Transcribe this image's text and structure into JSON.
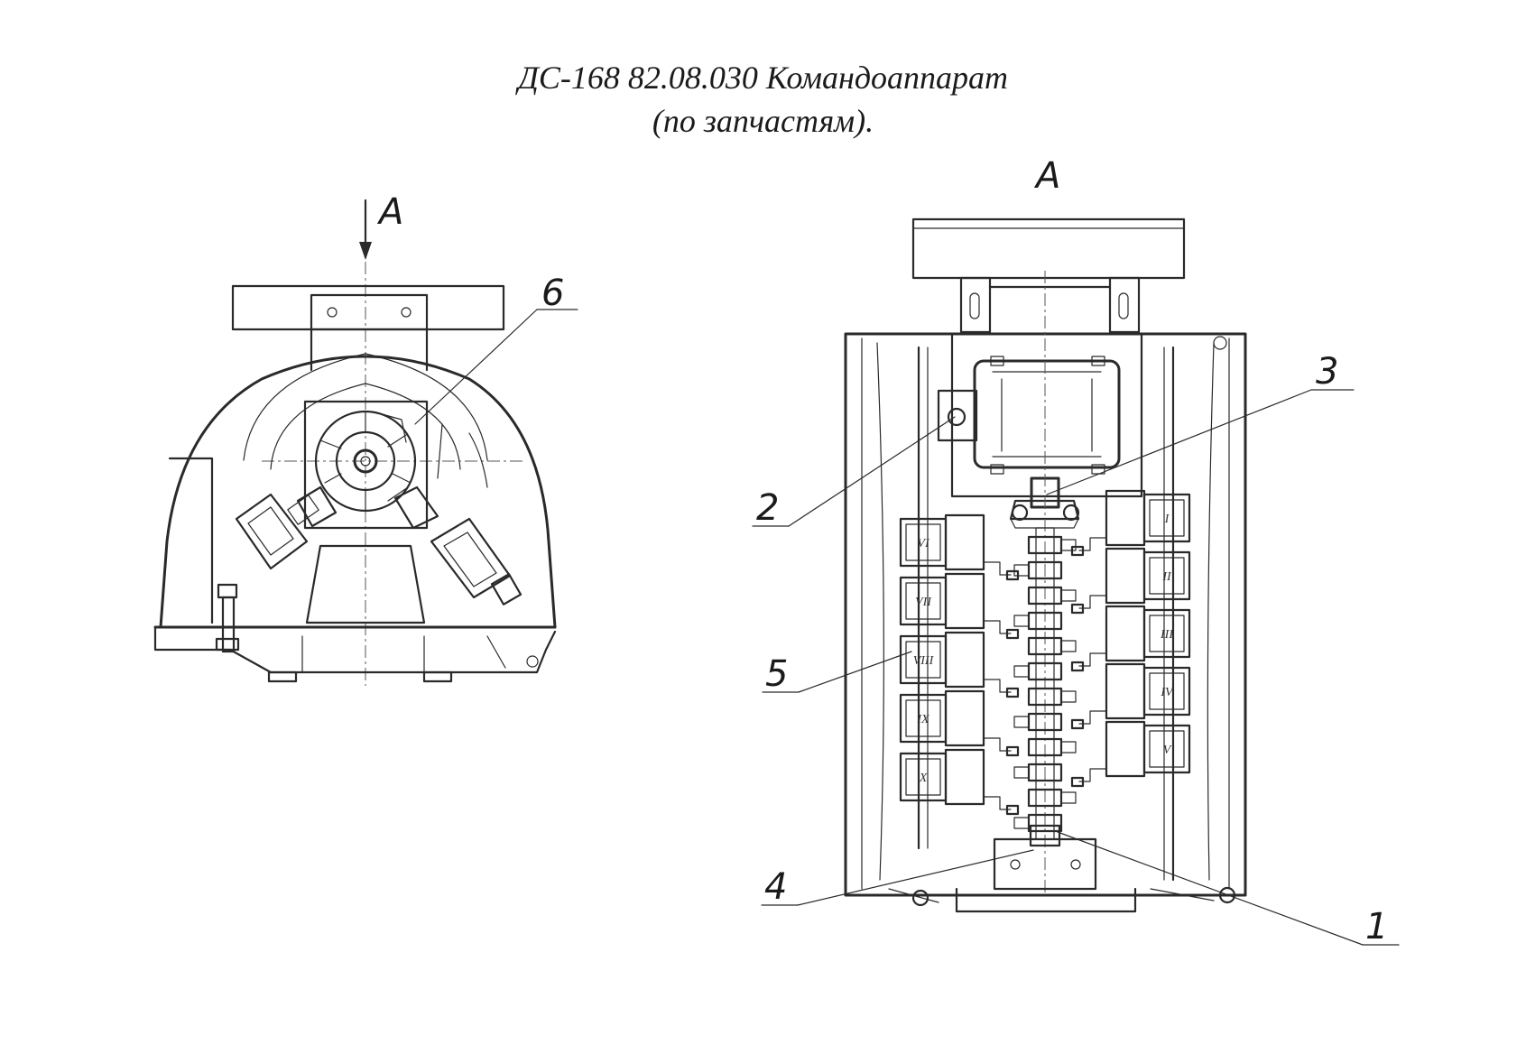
{
  "title": {
    "line1": "ДС-168 82.08.030 Командоаппарат",
    "line2": "(по запчастям)."
  },
  "view_a_arrow_label": "A",
  "view_a_title": "A",
  "callouts": [
    {
      "id": "6",
      "text": "6"
    },
    {
      "id": "3",
      "text": "3"
    },
    {
      "id": "2",
      "text": "2"
    },
    {
      "id": "5",
      "text": "5"
    },
    {
      "id": "4",
      "text": "4"
    },
    {
      "id": "1",
      "text": "1"
    }
  ],
  "switch_labels": {
    "right_column": [
      "I",
      "II",
      "III",
      "IV",
      "V"
    ],
    "left_column": [
      "VI",
      "VII",
      "VIII",
      "IX",
      "X"
    ]
  }
}
